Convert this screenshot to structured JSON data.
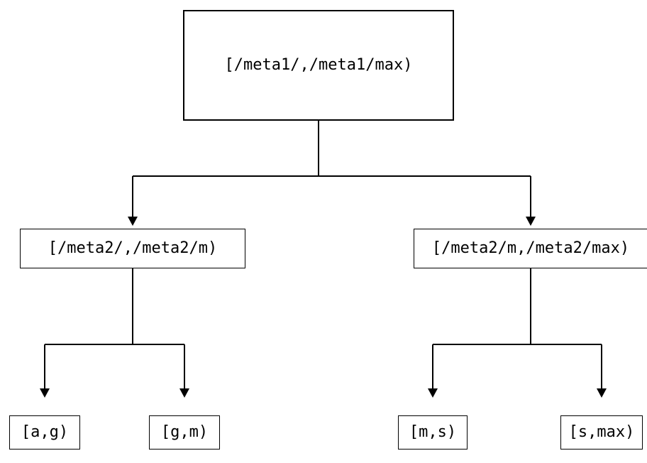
{
  "diagram": {
    "root": {
      "label": "[/meta1/,/meta1/max)"
    },
    "level2": [
      {
        "label": "[/meta2/,/meta2/m)"
      },
      {
        "label": "[/meta2/m,/meta2/max)"
      }
    ],
    "leaves": [
      {
        "label": "[a,g)"
      },
      {
        "label": "[g,m)"
      },
      {
        "label": "[m,s)"
      },
      {
        "label": "[s,max)"
      }
    ],
    "colors": {
      "line": "#000000",
      "background": "#ffffff",
      "text": "#000000"
    }
  }
}
